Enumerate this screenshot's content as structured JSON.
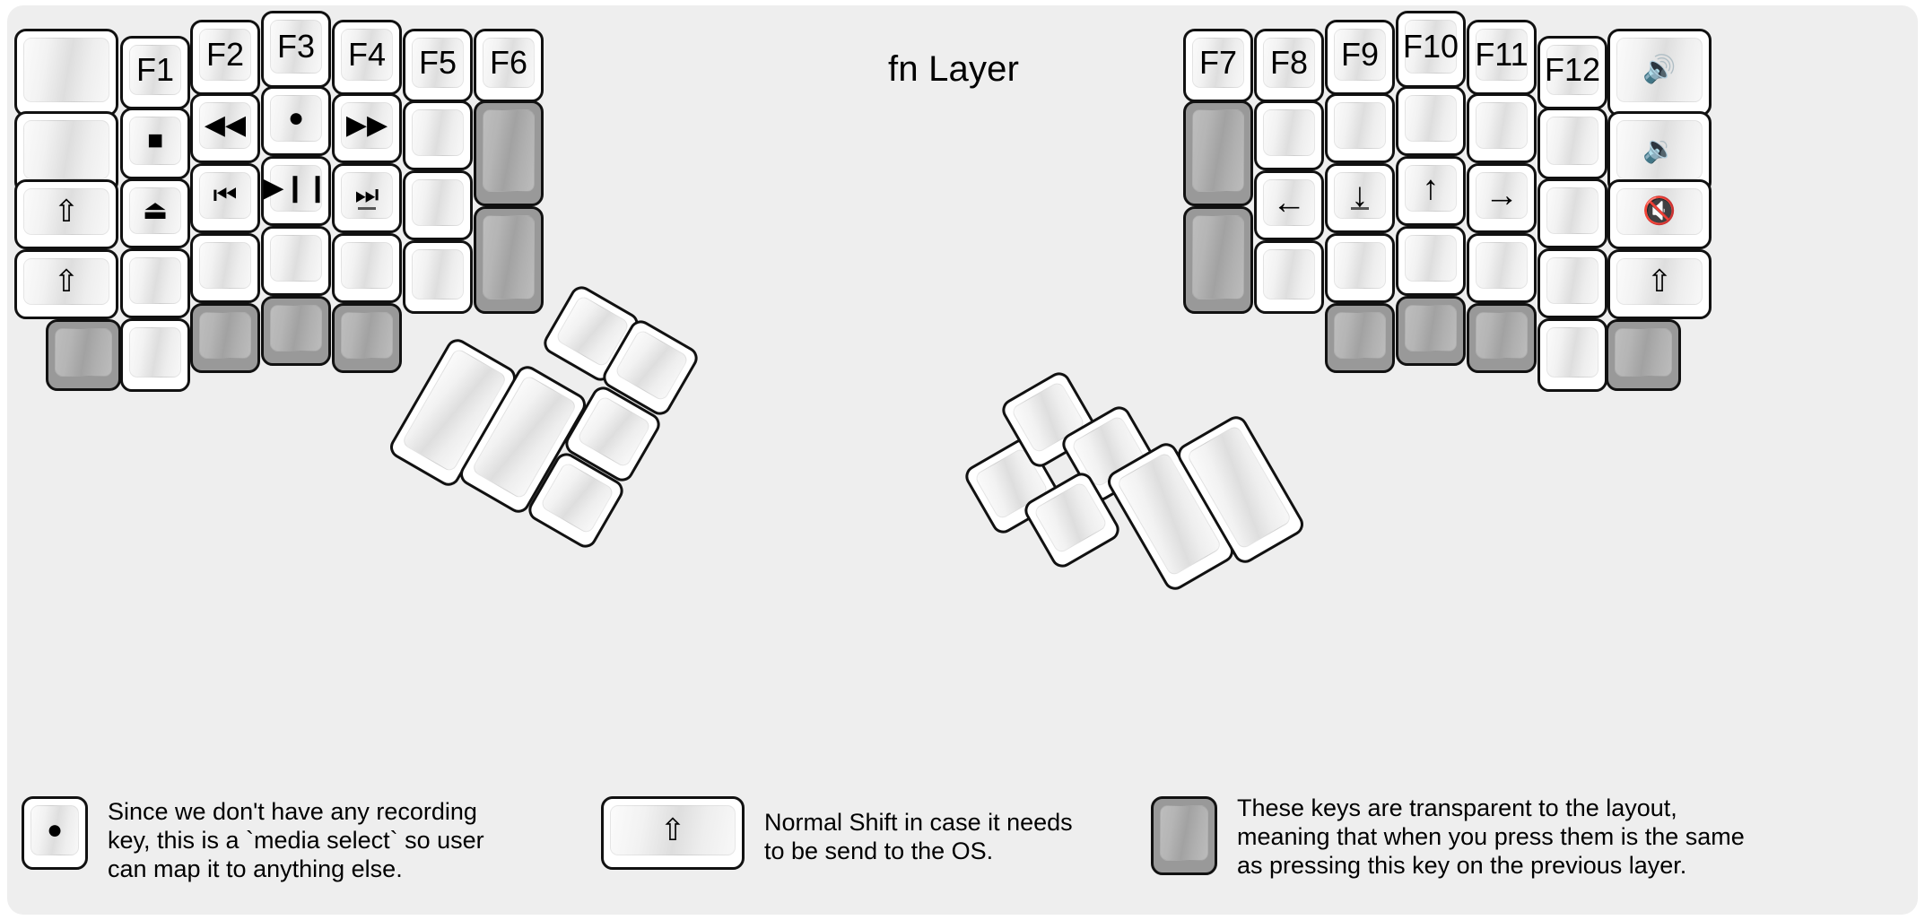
{
  "title": "fn Layer",
  "colors": {
    "background": "#eeeeee",
    "key_border": "#111111",
    "key_face": "#ffffff",
    "transparent_key": "#999999",
    "text": "#000000"
  },
  "glyphs": {
    "stop": "■",
    "eject": "⏏",
    "shift_lock": "⇧",
    "shift": "⇧",
    "record": "●",
    "rewind": "◀◀",
    "fast_forward": "▶▶",
    "prev_track": "⏮",
    "play_pause": "▶❙❙",
    "next_track": "⏭",
    "arrow_left": "←",
    "arrow_down": "↓",
    "arrow_up": "↑",
    "arrow_right": "→",
    "volume_up": "🔊",
    "volume_down": "🔉",
    "volume_mute": "🔇"
  },
  "left_half": {
    "columns": [
      {
        "name": "col-outer-left",
        "keys": [
          {
            "label": "",
            "type": "blank"
          },
          {
            "label": "",
            "type": "blank"
          },
          {
            "label": "⇧",
            "type": "glyph",
            "icon": "shift-lock-icon"
          },
          {
            "label": "⇧",
            "type": "glyph",
            "icon": "shift-icon"
          },
          {
            "label": "",
            "type": "transparent"
          }
        ]
      },
      {
        "name": "col-pinky",
        "keys": [
          {
            "label": "F1",
            "type": "text"
          },
          {
            "label": "■",
            "type": "glyph",
            "icon": "stop-icon"
          },
          {
            "label": "⏏",
            "type": "glyph",
            "icon": "eject-icon"
          },
          {
            "label": "",
            "type": "blank"
          },
          {
            "label": "",
            "type": "blank"
          }
        ]
      },
      {
        "name": "col-ring",
        "keys": [
          {
            "label": "F2",
            "type": "text"
          },
          {
            "label": "◀◀",
            "type": "glyph",
            "icon": "rewind-icon"
          },
          {
            "label": "⏮",
            "type": "glyph",
            "icon": "previous-track-icon"
          },
          {
            "label": "",
            "type": "blank"
          },
          {
            "label": "",
            "type": "transparent"
          }
        ]
      },
      {
        "name": "col-middle",
        "keys": [
          {
            "label": "F3",
            "type": "text"
          },
          {
            "label": "●",
            "type": "glyph",
            "icon": "record-icon"
          },
          {
            "label": "▶❙❙",
            "type": "glyph",
            "icon": "play-pause-icon"
          },
          {
            "label": "",
            "type": "blank"
          },
          {
            "label": "",
            "type": "transparent"
          }
        ]
      },
      {
        "name": "col-index",
        "keys": [
          {
            "label": "F4",
            "type": "text"
          },
          {
            "label": "▶▶",
            "type": "glyph",
            "icon": "fast-forward-icon"
          },
          {
            "label": "⏭",
            "type": "glyph",
            "icon": "next-track-icon",
            "underline": true
          },
          {
            "label": "",
            "type": "blank"
          },
          {
            "label": "",
            "type": "transparent"
          }
        ]
      },
      {
        "name": "col-inner-1",
        "keys": [
          {
            "label": "F5",
            "type": "text"
          },
          {
            "label": "",
            "type": "blank"
          },
          {
            "label": "",
            "type": "blank"
          },
          {
            "label": "",
            "type": "blank"
          }
        ]
      },
      {
        "name": "col-inner-2",
        "keys": [
          {
            "label": "F6",
            "type": "text"
          },
          {
            "label": "",
            "type": "transparent"
          },
          {
            "label": "",
            "type": "transparent"
          }
        ]
      }
    ],
    "thumb_cluster_count": 6
  },
  "right_half": {
    "columns": [
      {
        "name": "col-inner-2",
        "keys": [
          {
            "label": "F7",
            "type": "text"
          },
          {
            "label": "",
            "type": "transparent"
          },
          {
            "label": "",
            "type": "transparent"
          }
        ]
      },
      {
        "name": "col-inner-1",
        "keys": [
          {
            "label": "F8",
            "type": "text"
          },
          {
            "label": "",
            "type": "blank"
          },
          {
            "label": "←",
            "type": "glyph",
            "icon": "arrow-left-icon"
          },
          {
            "label": "",
            "type": "blank"
          }
        ]
      },
      {
        "name": "col-index",
        "keys": [
          {
            "label": "F9",
            "type": "text"
          },
          {
            "label": "",
            "type": "blank"
          },
          {
            "label": "↓",
            "type": "glyph",
            "icon": "arrow-down-icon",
            "underline": true
          },
          {
            "label": "",
            "type": "blank"
          },
          {
            "label": "",
            "type": "transparent"
          }
        ]
      },
      {
        "name": "col-middle",
        "keys": [
          {
            "label": "F10",
            "type": "text"
          },
          {
            "label": "",
            "type": "blank"
          },
          {
            "label": "↑",
            "type": "glyph",
            "icon": "arrow-up-icon"
          },
          {
            "label": "",
            "type": "blank"
          },
          {
            "label": "",
            "type": "transparent"
          }
        ]
      },
      {
        "name": "col-ring",
        "keys": [
          {
            "label": "F11",
            "type": "text"
          },
          {
            "label": "",
            "type": "blank"
          },
          {
            "label": "→",
            "type": "glyph",
            "icon": "arrow-right-icon"
          },
          {
            "label": "",
            "type": "blank"
          },
          {
            "label": "",
            "type": "transparent"
          }
        ]
      },
      {
        "name": "col-pinky",
        "keys": [
          {
            "label": "F12",
            "type": "text"
          },
          {
            "label": "",
            "type": "blank"
          },
          {
            "label": "",
            "type": "blank"
          },
          {
            "label": "",
            "type": "blank"
          },
          {
            "label": "",
            "type": "blank"
          }
        ]
      },
      {
        "name": "col-outer-right",
        "keys": [
          {
            "label": "🔊",
            "type": "glyph",
            "icon": "volume-up-icon"
          },
          {
            "label": "🔉",
            "type": "glyph",
            "icon": "volume-down-icon"
          },
          {
            "label": "🔇",
            "type": "glyph",
            "icon": "volume-mute-icon"
          },
          {
            "label": "⇧",
            "type": "glyph",
            "icon": "shift-icon"
          },
          {
            "label": "",
            "type": "transparent"
          }
        ]
      }
    ],
    "thumb_cluster_count": 6
  },
  "legend": [
    {
      "name": "legend-record",
      "key_glyph": "●",
      "key_icon": "record-icon",
      "key_type": "glyph",
      "text": "Since we don't have any recording\nkey, this is a `media select` so user\ncan map it to anything else."
    },
    {
      "name": "legend-shift",
      "key_glyph": "⇧",
      "key_icon": "shift-icon",
      "key_type": "glyph",
      "text": "Normal Shift in case it needs\nto be send to the OS."
    },
    {
      "name": "legend-transparent",
      "key_glyph": "",
      "key_icon": "transparent-key-icon",
      "key_type": "transparent",
      "text": "These keys are transparent to the layout,\nmeaning that when you press them is the same\nas pressing this key on the previous layer."
    }
  ]
}
